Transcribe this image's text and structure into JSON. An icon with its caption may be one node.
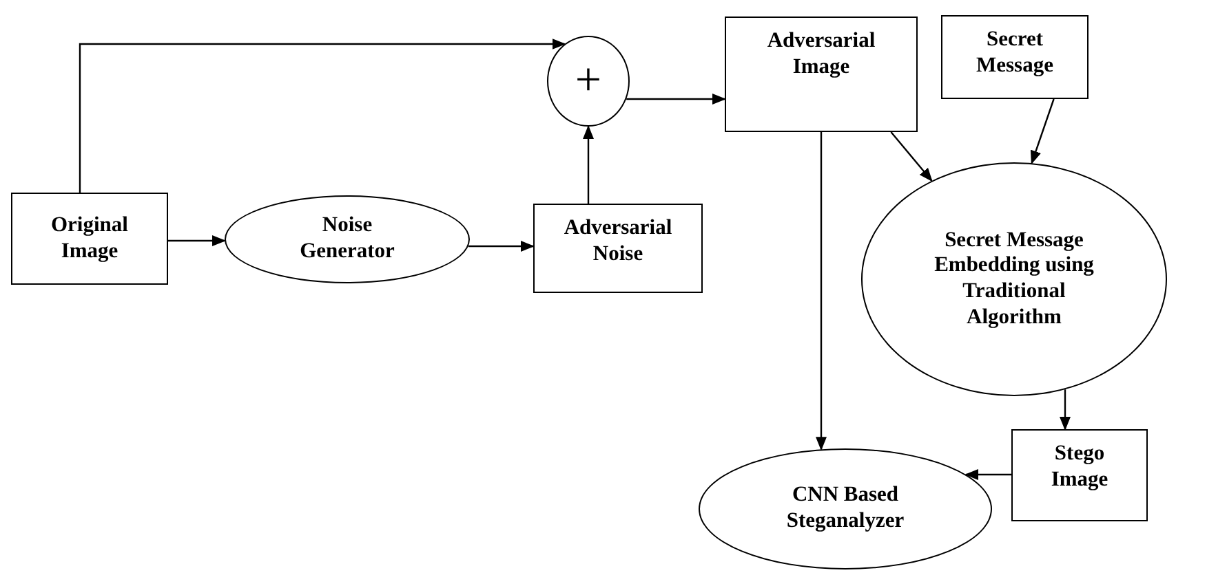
{
  "diagram": {
    "nodes": [
      {
        "text": [
          "Original Image"
        ]
      },
      {
        "text": [
          "Noise Generator"
        ]
      },
      {
        "text": [
          "Adversarial Noise"
        ]
      },
      {
        "text": [
          "+"
        ]
      },
      {
        "text": [
          "Adversarial Image"
        ]
      },
      {
        "text": [
          "Secret Message"
        ]
      },
      {
        "text": [
          "Secret Message Embedding using Traditional Algorithm"
        ]
      },
      {
        "text": [
          "Stego Image"
        ]
      },
      {
        "text": [
          "CNN Based Steganalyzer"
        ]
      }
    ],
    "edges": [
      {
        "from": 0,
        "to": 3,
        "arrow": "to"
      },
      {
        "from": 0,
        "to": 1,
        "arrow": "to"
      },
      {
        "from": 1,
        "to": 2,
        "arrow": "to"
      },
      {
        "from": 2,
        "to": 3,
        "arrow": "to"
      },
      {
        "from": 3,
        "to": 4,
        "arrow": "to"
      },
      {
        "from": 4,
        "to": 8,
        "arrow": "to"
      },
      {
        "from": 4,
        "to": 6,
        "arrow": "to"
      },
      {
        "from": 5,
        "to": 6,
        "arrow": "to"
      },
      {
        "from": 6,
        "to": 7,
        "arrow": "to"
      },
      {
        "from": 7,
        "to": 8,
        "arrow": "to"
      }
    ]
  }
}
